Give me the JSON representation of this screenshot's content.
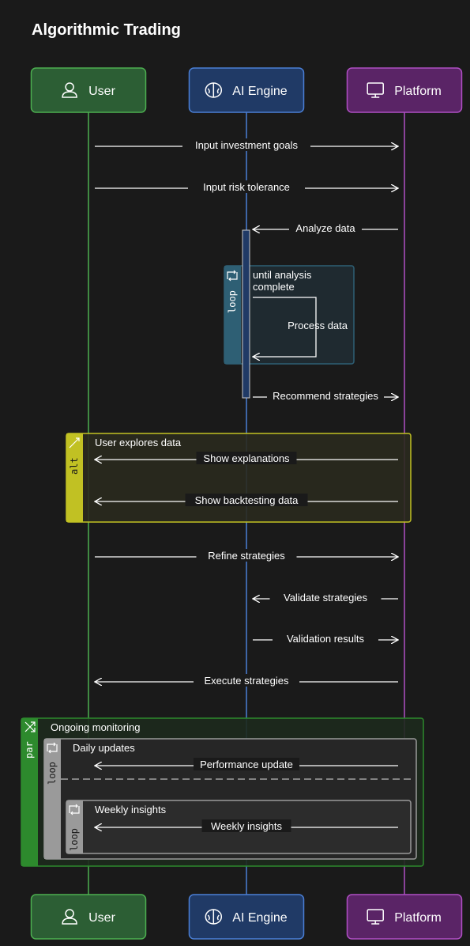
{
  "title": "Algorithmic Trading",
  "participants": [
    {
      "label": "User",
      "icon": "user-icon",
      "fill": "#2c5e34",
      "stroke": "#4caf50"
    },
    {
      "label": "AI Engine",
      "icon": "brain-icon",
      "fill": "#203a66",
      "stroke": "#4a7fd6"
    },
    {
      "label": "Platform",
      "icon": "monitor-icon",
      "fill": "#5a2466",
      "stroke": "#b04fc4"
    }
  ],
  "messages": [
    {
      "label": "Input investment goals",
      "from": "User",
      "to": "Platform"
    },
    {
      "label": "Input risk tolerance",
      "from": "User",
      "to": "Platform"
    },
    {
      "label": "Analyze data",
      "from": "Platform",
      "to": "AI Engine"
    },
    {
      "label": "Process data",
      "from": "AI Engine",
      "to": "AI Engine"
    },
    {
      "label": "Recommend strategies",
      "from": "AI Engine",
      "to": "Platform"
    },
    {
      "label": "Show explanations",
      "from": "Platform",
      "to": "User"
    },
    {
      "label": "Show backtesting data",
      "from": "Platform",
      "to": "User"
    },
    {
      "label": "Refine strategies",
      "from": "User",
      "to": "Platform"
    },
    {
      "label": "Validate strategies",
      "from": "Platform",
      "to": "AI Engine"
    },
    {
      "label": "Validation results",
      "from": "AI Engine",
      "to": "Platform"
    },
    {
      "label": "Execute strategies",
      "from": "Platform",
      "to": "User"
    },
    {
      "label": "Performance update",
      "from": "Platform",
      "to": "User"
    },
    {
      "label": "Weekly insights",
      "from": "Platform",
      "to": "User"
    }
  ],
  "fragments": {
    "loop1": {
      "keyword": "loop",
      "condition": "until analysis complete",
      "condition_lines": [
        "until analysis",
        "complete"
      ]
    },
    "alt": {
      "keyword": "alt",
      "condition": "User explores data"
    },
    "par": {
      "keyword": "par",
      "condition": "Ongoing monitoring"
    },
    "loop_daily": {
      "keyword": "loop",
      "condition": "Daily updates"
    },
    "loop_weekly": {
      "keyword": "loop",
      "condition": "Weekly insights"
    }
  },
  "colors": {
    "background": "#1a1a1a",
    "user_lifeline": "#4caf50",
    "ai_lifeline": "#4a7fd6",
    "platform_lifeline": "#b04fc4",
    "loop_accent": "#2e5f74",
    "alt_accent": "#c1c123",
    "par_accent": "#2d8a2d",
    "inner_loop_accent": "#9a9a9a"
  }
}
